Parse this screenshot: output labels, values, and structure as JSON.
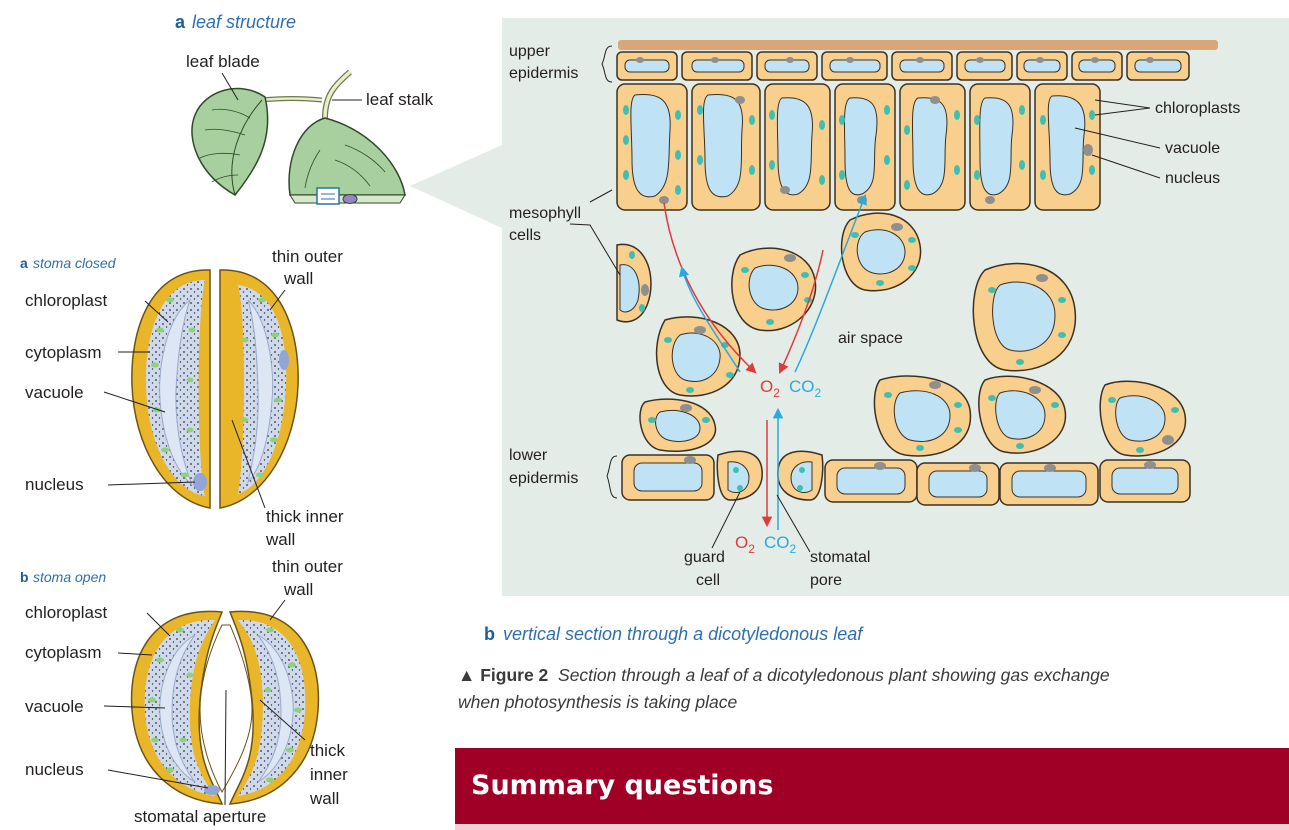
{
  "leaf_structure": {
    "letter": "a",
    "caption": "leaf structure",
    "labels": {
      "leaf_blade": "leaf blade",
      "leaf_stalk": "leaf stalk"
    }
  },
  "stoma_closed": {
    "letter": "a",
    "caption": "stoma closed",
    "labels": {
      "thin_outer_wall_1": "thin outer",
      "thin_outer_wall_2": "wall",
      "chloroplast": "chloroplast",
      "cytoplasm": "cytoplasm",
      "vacuole": "vacuole",
      "nucleus": "nucleus",
      "thick_inner_wall_1": "thick inner",
      "thick_inner_wall_2": "wall"
    }
  },
  "stoma_open": {
    "letter": "b",
    "caption": "stoma open",
    "labels": {
      "thin_outer_wall_1": "thin outer",
      "thin_outer_wall_2": "wall",
      "chloroplast": "chloroplast",
      "cytoplasm": "cytoplasm",
      "vacuole": "vacuole",
      "nucleus": "nucleus",
      "thick_inner_wall_1": "thick",
      "thick_inner_wall_2": "inner",
      "thick_inner_wall_3": "wall",
      "stomatal_aperture": "stomatal aperture"
    }
  },
  "leaf_section": {
    "letter": "b",
    "caption": "vertical section through a dicotyledonous leaf",
    "labels": {
      "upper_epidermis_1": "upper",
      "upper_epidermis_2": "epidermis",
      "chloroplasts": "chloroplasts",
      "vacuole": "vacuole",
      "nucleus": "nucleus",
      "mesophyll_1": "mesophyll",
      "mesophyll_2": "cells",
      "air_space": "air space",
      "lower_epidermis_1": "lower",
      "lower_epidermis_2": "epidermis",
      "guard_cell_1": "guard",
      "guard_cell_2": "cell",
      "stomatal_pore_1": "stomatal",
      "stomatal_pore_2": "pore",
      "o2": "O",
      "o2_sub": "2",
      "co2": "CO",
      "co2_sub": "2"
    }
  },
  "figure": {
    "label": "Figure 2",
    "text_line1": "Section through a leaf of a dicotyledonous plant showing gas exchange",
    "text_line2": "when photosynthesis is taking place"
  },
  "summary": {
    "title": "Summary questions"
  },
  "colors": {
    "panel_bg": "#e4ece7",
    "cell_fill": "#f8cf8d",
    "vacuole": "#bfe3f5",
    "chloroplast": "#3dbfb3",
    "nucleus": "#8f8f8f",
    "guard_wall": "#e9b62a",
    "guard_cytoplasm": "#cfd9ec",
    "o2_arrow": "#e03a3e",
    "co2_arrow": "#29a9e0",
    "summary_bar": "#a10026",
    "caption_blue": "#2f6fae"
  }
}
